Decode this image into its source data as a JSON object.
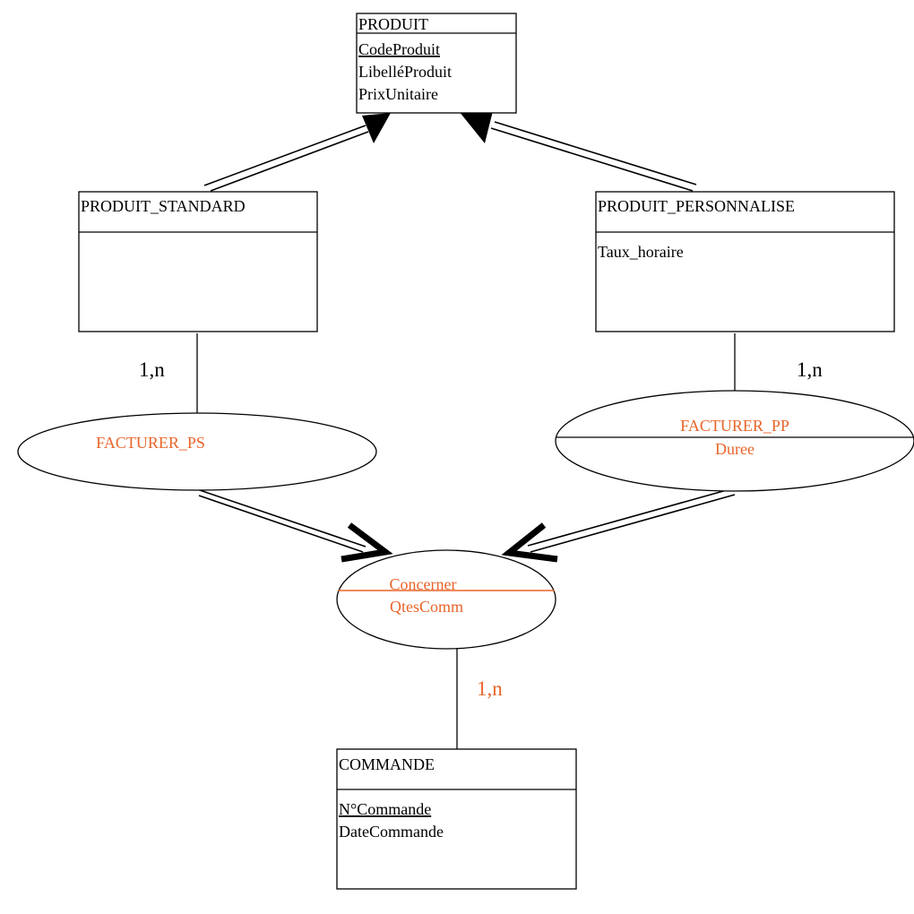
{
  "entities": {
    "produit": {
      "name": "PRODUIT",
      "attributes": [
        {
          "text": "CodeProduit",
          "key": true
        },
        {
          "text": "LibelléProduit",
          "key": false
        },
        {
          "text": "PrixUnitaire",
          "key": false
        }
      ]
    },
    "produit_standard": {
      "name": "PRODUIT_STANDARD",
      "attributes": []
    },
    "produit_personnalise": {
      "name": "PRODUIT_PERSONNALISE",
      "attributes": [
        {
          "text": "Taux_horaire",
          "key": false
        }
      ]
    },
    "commande": {
      "name": "COMMANDE",
      "attributes": [
        {
          "text": "N°Commande",
          "key": true
        },
        {
          "text": "DateCommande",
          "key": false
        }
      ]
    }
  },
  "associations": {
    "facturer_ps": {
      "name": "FACTURER_PS",
      "attributes": []
    },
    "facturer_pp": {
      "name": "FACTURER_PP",
      "attributes": [
        "Duree"
      ]
    },
    "concerner": {
      "name": "Concerner",
      "attributes": [
        "QtesComm"
      ]
    }
  },
  "cardinalities": {
    "ps_facturer": "1,n",
    "pp_facturer": "1,n",
    "concerner_commande": "1,n"
  },
  "colors": {
    "line": "#000000",
    "association_text": "#e8652a",
    "concerner_divider": "#e8652a"
  }
}
